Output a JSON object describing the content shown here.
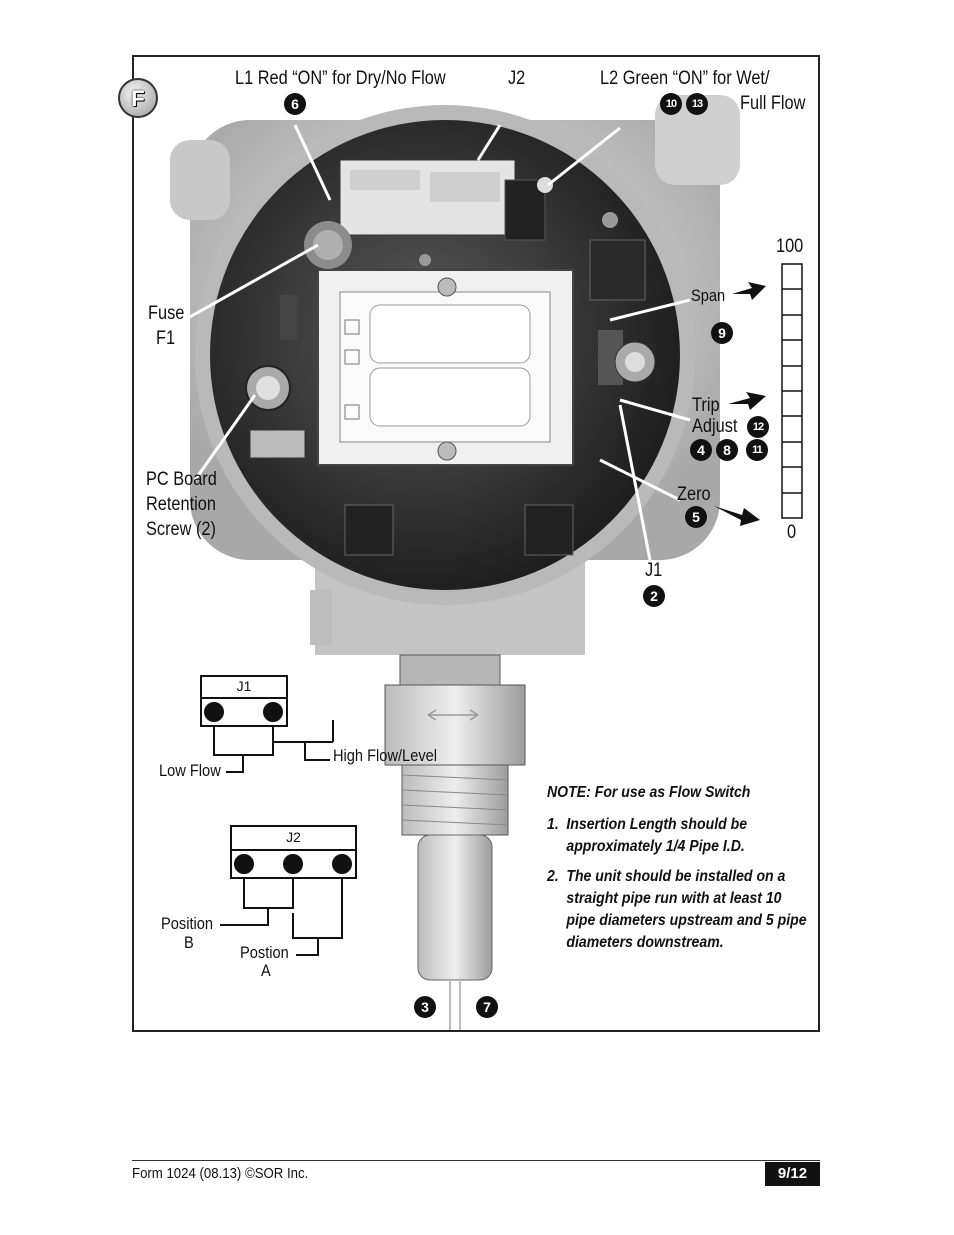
{
  "badge": "F",
  "labels": {
    "l1": "L1 Red “ON” for Dry/No Flow",
    "j2_top": "J2",
    "l2_line1": "L2 Green “ON” for Wet/",
    "l2_line2": "Full Flow",
    "fuse_line1": "Fuse",
    "fuse_line2": "F1",
    "pcb_line1": "PC Board",
    "pcb_line2": "Retention",
    "pcb_line3": "Screw (2)",
    "span": "Span",
    "trip_line1": "Trip",
    "trip_line2": "Adjust",
    "zero": "Zero",
    "j1": "J1",
    "scale_top": "100",
    "scale_bottom": "0"
  },
  "step_numbers": {
    "l1": "6",
    "l2_a": "10",
    "l2_b": "13",
    "span": "9",
    "trip": "12",
    "trip_row_a": "4",
    "trip_row_b": "8",
    "trip_row_c": "11",
    "zero": "5",
    "j1": "2",
    "probe_a": "3",
    "probe_b": "7"
  },
  "jumper_j1": {
    "title": "J1",
    "low": "Low Flow",
    "high": "High Flow/Level"
  },
  "jumper_j2": {
    "title": "J2",
    "pos_b_line1": "Position",
    "pos_b_line2": "B",
    "pos_a_line1": "Postion",
    "pos_a_line2": "A"
  },
  "note": {
    "title": "NOTE: For use as Flow Switch",
    "items": [
      {
        "n": "1.",
        "text": "Insertion Length should be approximately 1/4 Pipe I.D."
      },
      {
        "n": "2.",
        "text": "The unit should be installed on a straight pipe run with at least 10 pipe diameters upstream and 5 pipe diameters downstream."
      }
    ]
  },
  "footer": {
    "form": "Form 1024 (08.13) ©SOR Inc.",
    "page": "9/12"
  }
}
